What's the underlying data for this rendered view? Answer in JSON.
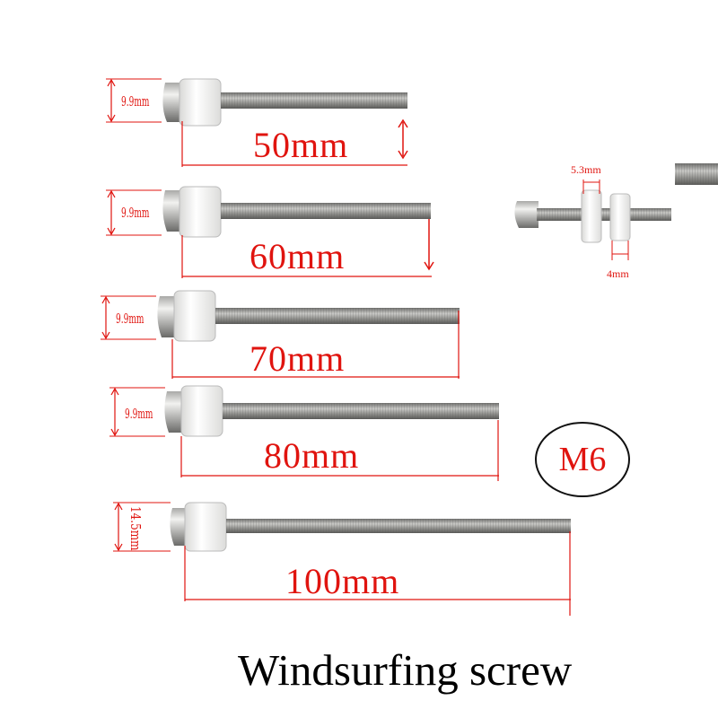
{
  "caption": "Windsurfing screw",
  "thread_spec": "M6",
  "screws": [
    {
      "length_label": "50mm",
      "head_label": "9.9mm"
    },
    {
      "length_label": "60mm",
      "head_label": "9.9mm"
    },
    {
      "length_label": "70mm",
      "head_label": "9.9mm"
    },
    {
      "length_label": "80mm",
      "head_label": "9.9mm"
    },
    {
      "length_label": "100mm",
      "head_label": "14.5mm"
    }
  ],
  "inset": {
    "washer_label": "5.3mm",
    "spacer_label": "4mm"
  },
  "colors": {
    "annotation": "#e0140f",
    "washer": "#f4f4f2",
    "steel": "#9a9a98"
  }
}
